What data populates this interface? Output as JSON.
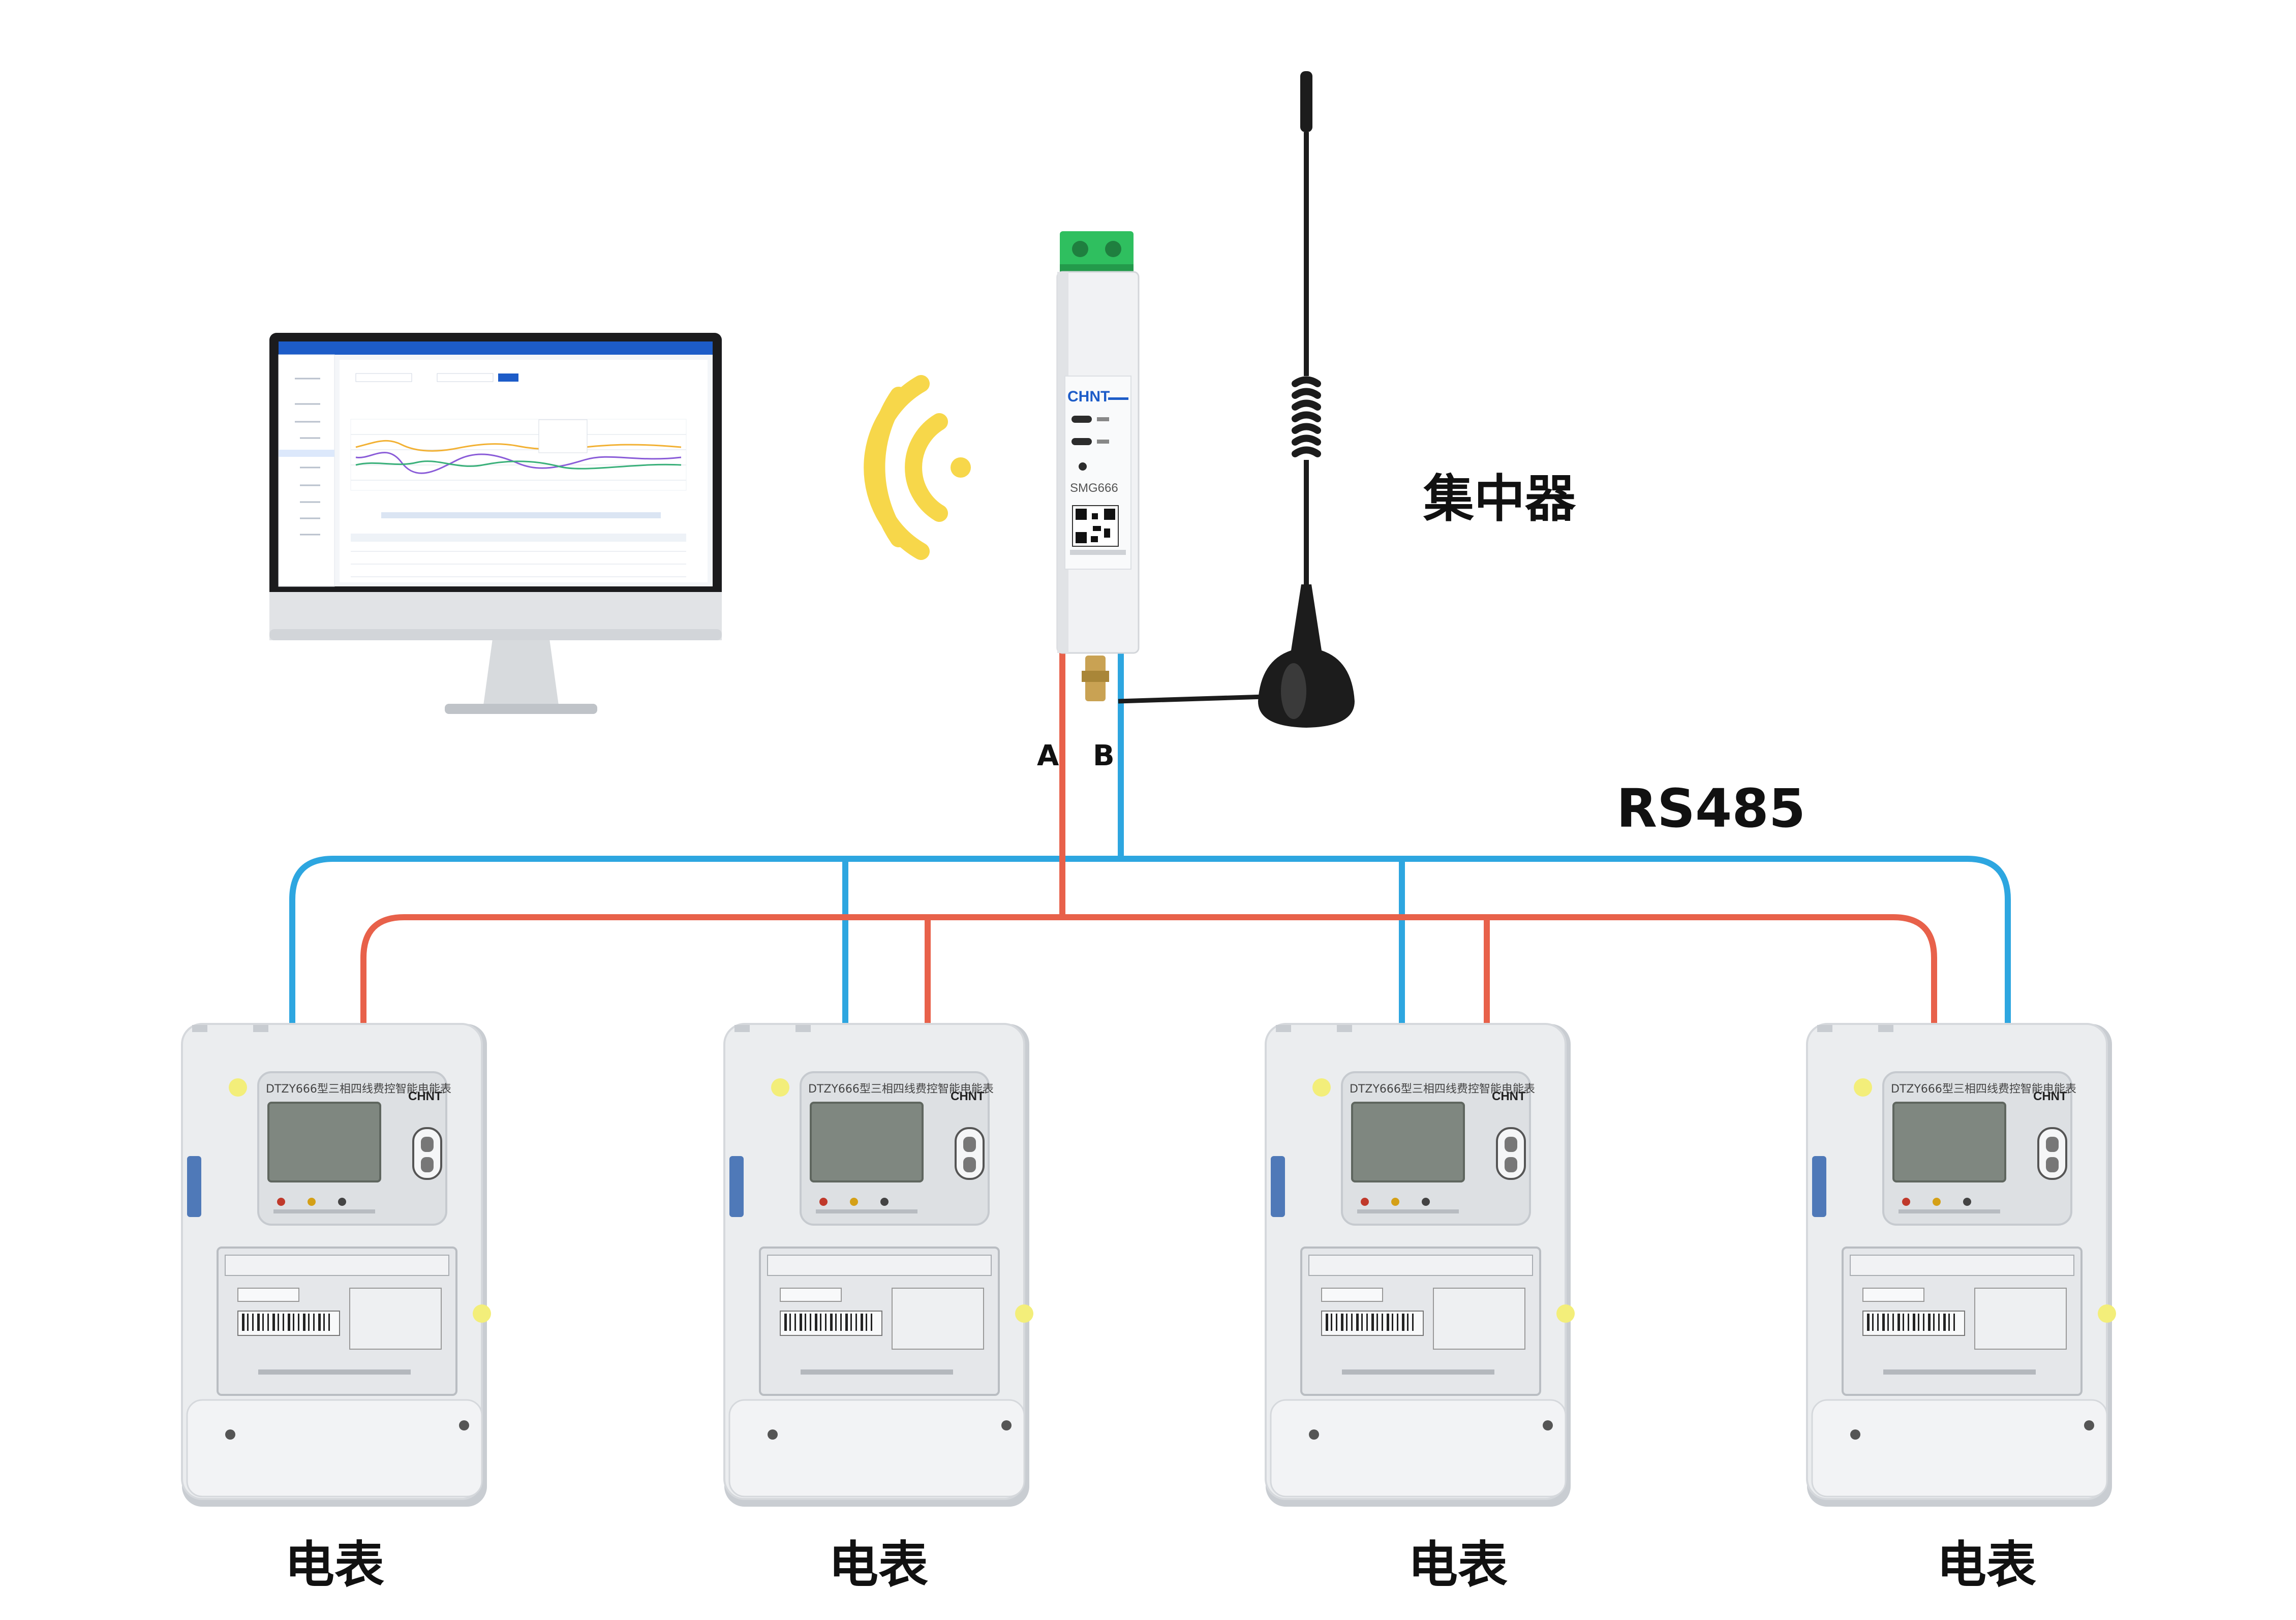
{
  "colors": {
    "wire_a": "#e8614a",
    "wire_b": "#2da6e0",
    "wifi": "#f7d74a",
    "meter_body": "#ebedef",
    "meter_shadow": "#c9cdd2",
    "lcd": "#7f8780",
    "module_green": "#2fbf5f",
    "antenna_black": "#1c1c1c",
    "monitor_frame": "#1b1b1d",
    "monitor_stand": "#c8cbcf",
    "brand_blue": "#1d5cc8"
  },
  "labels": {
    "concentrator": "集中器",
    "bus": "RS485",
    "terminal_a": "A",
    "terminal_b": "B",
    "meter": "电表"
  },
  "device": {
    "brand": "CHNT",
    "model": "SMG666"
  },
  "meter_face": {
    "model_text": "DTZY666型三相四线费控智能电能表",
    "brand": "CHNT"
  },
  "meters": [
    {
      "label": "电表"
    },
    {
      "label": "电表"
    },
    {
      "label": "电表"
    },
    {
      "label": "电表"
    }
  ],
  "icons": {
    "wireless": "wifi-signal-icon",
    "antenna": "antenna-icon",
    "monitor": "monitor-icon",
    "concentrator": "din-rail-device-icon",
    "meter": "electric-meter-icon"
  }
}
